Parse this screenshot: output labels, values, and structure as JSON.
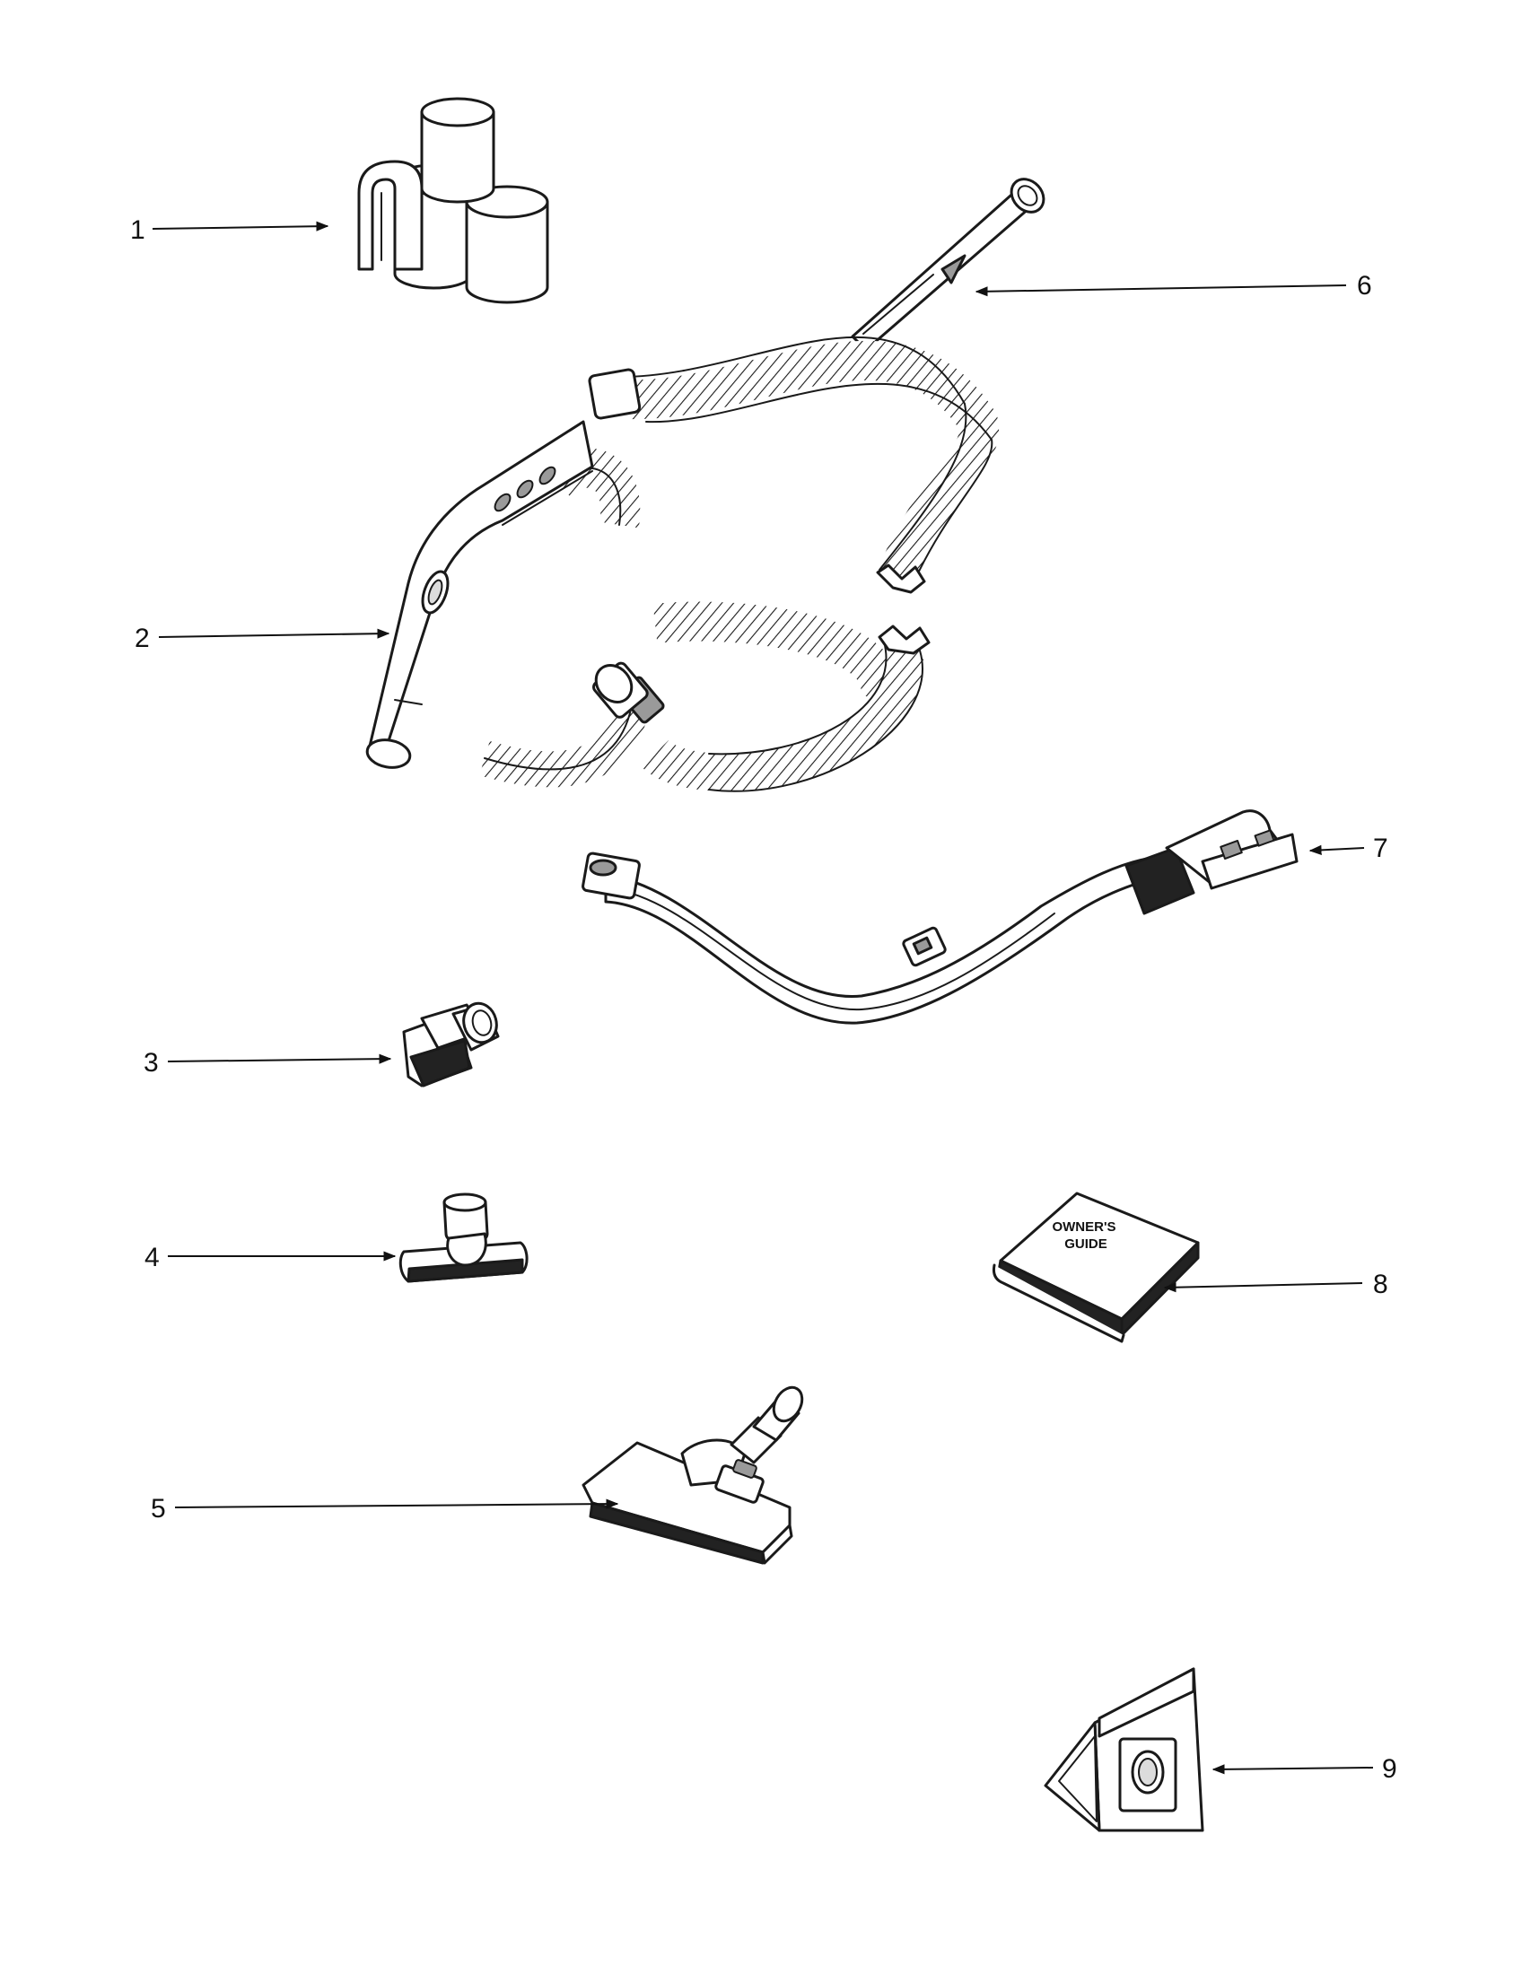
{
  "diagram": {
    "callouts": [
      {
        "id": "1",
        "label": "1"
      },
      {
        "id": "2",
        "label": "2"
      },
      {
        "id": "3",
        "label": "3"
      },
      {
        "id": "4",
        "label": "4"
      },
      {
        "id": "5",
        "label": "5"
      },
      {
        "id": "6",
        "label": "6"
      },
      {
        "id": "7",
        "label": "7"
      },
      {
        "id": "8",
        "label": "8"
      },
      {
        "id": "9",
        "label": "9"
      }
    ],
    "book_cover_text": [
      "OWNER'S",
      "GUIDE"
    ]
  },
  "colors": {
    "ink": "#1a1a1a",
    "background": "#ffffff"
  }
}
